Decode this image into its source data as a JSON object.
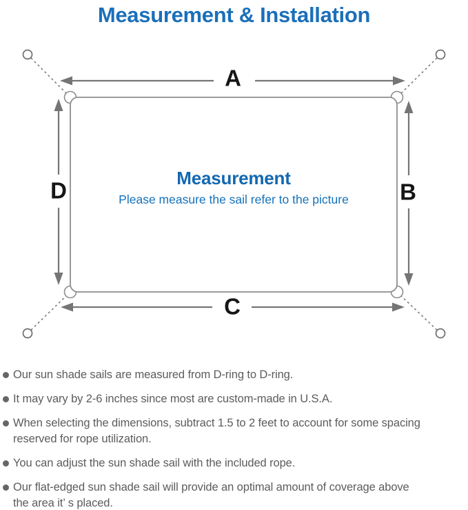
{
  "title": "Measurement & Installation",
  "diagram": {
    "label_top": "A",
    "label_right": "B",
    "label_bottom": "C",
    "label_left": "D",
    "center_title": "Measurement",
    "center_subtitle": "Please measure the sail refer to the picture"
  },
  "notes": [
    {
      "text": "Our sun shade sails are measured from D-ring to D-ring."
    },
    {
      "text": "It may vary by 2-6 inches since most are custom-made in U.S.A."
    },
    {
      "text": "When selecting the dimensions, subtract 1.5 to 2 feet to account for some spacing\nreserved for rope utilization."
    },
    {
      "text": "You can adjust the sun shade sail with the included rope."
    },
    {
      "text": "Our flat-edged sun shade sail will provide an optimal amount of coverage above\nthe area it’ s placed."
    }
  ],
  "colors": {
    "title_blue": "#1b6fb9",
    "center_blue": "#1368b0",
    "subtitle_blue": "#1571ba",
    "label_black": "#161616",
    "line_gray": "#757575",
    "outline_gray": "#8d8d8d",
    "note_gray": "#5c5c5c"
  }
}
